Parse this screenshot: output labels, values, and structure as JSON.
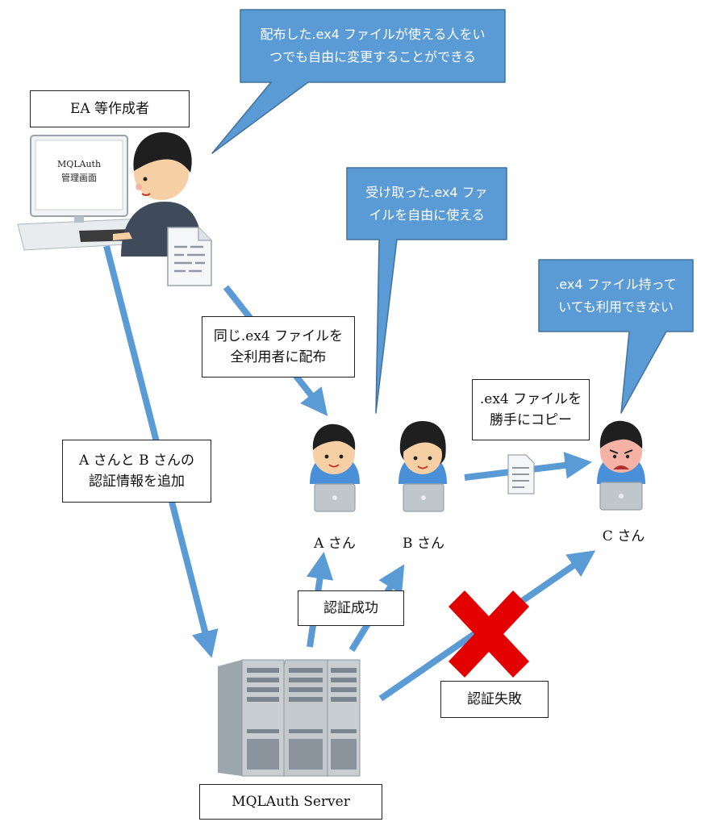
{
  "colors": {
    "callout": "#5b9bd5",
    "callout_border": "#41719c",
    "arrow": "#5b9bd5",
    "cross": "#e30000"
  },
  "creator_label": "EA 等作成者",
  "monitor": {
    "line1": "MQLAuth",
    "line2": "管理画面"
  },
  "callout_creator": {
    "line1": "配布した.ex4 ファイルが使える人をい",
    "line2": "つでも自由に変更することができる"
  },
  "callout_b": {
    "line1": "受け取った.ex4 ファ",
    "line2": "イルを自由に使える"
  },
  "callout_c": {
    "line1": ".ex4 ファイル持って",
    "line2": "いても利用できない"
  },
  "distribute_label": {
    "line1": "同じ.ex4 ファイルを",
    "line2": "全利用者に配布"
  },
  "copy_label": {
    "line1": ".ex4 ファイルを",
    "line2": "勝手にコピー"
  },
  "add_auth_label": {
    "line1": "A さんと B さんの",
    "line2": "認証情報を追加"
  },
  "user_a": "A さん",
  "user_b": "B さん",
  "user_c": "C さん",
  "auth_success": "認証成功",
  "auth_fail": "認証失敗",
  "server_label": "MQLAuth Server",
  "icons": [
    "document-icon",
    "server-icon",
    "laptop-icon",
    "person-icon",
    "cross-icon"
  ]
}
